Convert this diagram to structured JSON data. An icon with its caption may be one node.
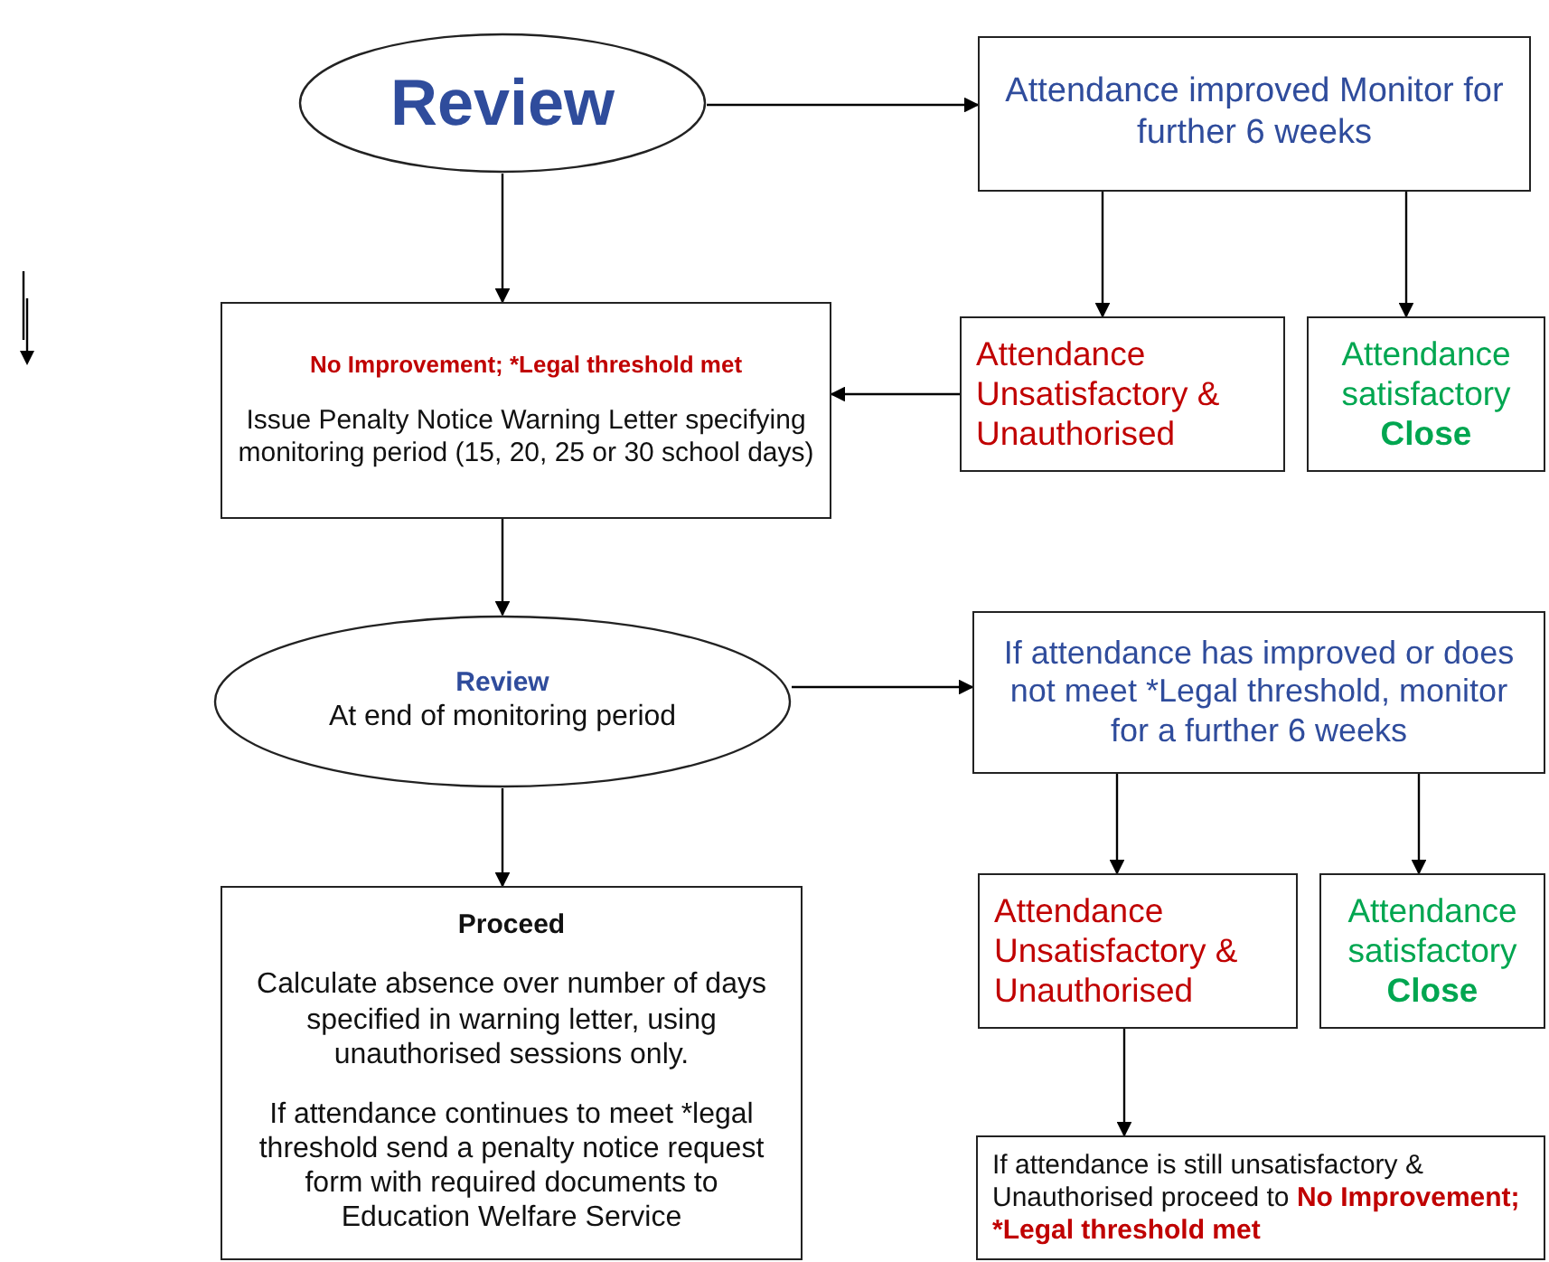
{
  "diagram": {
    "nodes": [
      {
        "text": [
          "Review"
        ]
      },
      {
        "text": [
          "Attendance improved Monitor for further 6 weeks"
        ]
      },
      {
        "text": [
          "No Improvement; *Legal threshold met",
          "Issue Penalty Notice Warning Letter specifying monitoring period (15, 20, 25 or 30 school days)"
        ]
      },
      {
        "text": [
          "Attendance Unsatisfactory & Unauthorised"
        ]
      },
      {
        "text": [
          "Attendance satisfactory",
          "Close"
        ]
      },
      {
        "text": [
          "Review",
          "At end of monitoring period"
        ]
      },
      {
        "text": [
          "If attendance has improved or does not meet *Legal threshold, monitor for a further 6 weeks"
        ]
      },
      {
        "text": [
          "Proceed",
          "Calculate absence over number of days specified in warning letter, using unauthorised sessions only.",
          "If attendance continues to meet *legal threshold send a penalty notice request form with required documents to Education Welfare Service"
        ]
      },
      {
        "text": [
          "Attendance Unsatisfactory & Unauthorised"
        ]
      },
      {
        "text": [
          "Attendance satisfactory",
          "Close"
        ]
      },
      {
        "text": [
          "If attendance is still unsatisfactory & Unauthorised proceed to **No Improvement; *Legal threshold met**"
        ]
      }
    ],
    "edges": [
      {
        "from": 0,
        "to": 1,
        "arrow": "to"
      },
      {
        "from": 0,
        "to": 2,
        "arrow": "to"
      },
      {
        "from": 1,
        "to": 3,
        "arrow": "to"
      },
      {
        "from": 1,
        "to": 4,
        "arrow": "to"
      },
      {
        "from": 3,
        "to": 2,
        "arrow": "to"
      },
      {
        "from": 2,
        "to": 5,
        "arrow": "to"
      },
      {
        "from": 5,
        "to": 6,
        "arrow": "to"
      },
      {
        "from": 5,
        "to": 7,
        "arrow": "to"
      },
      {
        "from": 6,
        "to": 8,
        "arrow": "to"
      },
      {
        "from": 6,
        "to": 9,
        "arrow": "to"
      },
      {
        "from": 8,
        "to": 10,
        "arrow": "to"
      }
    ]
  }
}
